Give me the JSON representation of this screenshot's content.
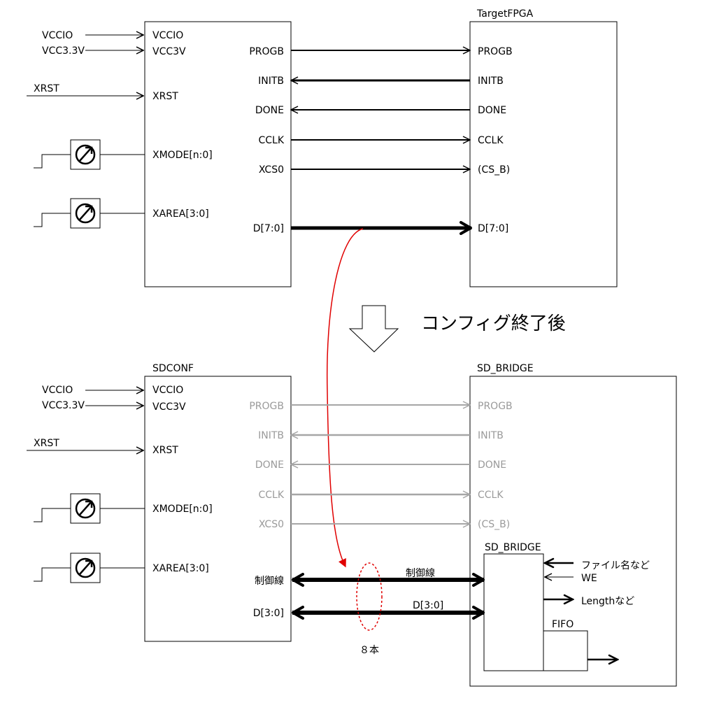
{
  "colors": {
    "line": "#000000",
    "inactive": "#a6a6a6",
    "inactive_text": "#9a9a9a",
    "highlight": "#e00000"
  },
  "top": {
    "left_block": {
      "inputs": [
        "VCCIO",
        "VCC3V",
        "XRST",
        "XMODE[n:0]",
        "XAREA[3:0]"
      ],
      "outputs": [
        "PROGB",
        "INITB",
        "DONE",
        "CCLK",
        "XCS0",
        "D[7:0]"
      ]
    },
    "right_block": {
      "title": "TargetFPGA",
      "pins": [
        "PROGB",
        "INITB",
        "DONE",
        "CCLK",
        "(CS_B)",
        "D[7:0]"
      ]
    },
    "external": {
      "vccio": "VCCIO",
      "vcc33": "VCC3.3V",
      "xrst": "XRST"
    }
  },
  "transition_label": "コンフィグ終了後",
  "bottom": {
    "left_block": {
      "title": "SDCONF",
      "inputs": [
        "VCCIO",
        "VCC3V",
        "XRST",
        "XMODE[n:0]",
        "XAREA[3:0]"
      ],
      "outputs_inactive": [
        "PROGB",
        "INITB",
        "DONE",
        "CCLK",
        "XCS0"
      ],
      "outputs_active": [
        "制御線",
        "D[3:0]"
      ]
    },
    "right_block": {
      "title": "SD_BRIDGE",
      "pins_inactive": [
        "PROGB",
        "INITB",
        "DONE",
        "CCLK",
        "(CS_B)"
      ]
    },
    "external": {
      "vccio": "VCCIO",
      "vcc33": "VCC3.3V",
      "xrst": "XRST"
    },
    "bus_labels": [
      "制御線",
      "D[3:0]"
    ],
    "wire_count": "８本",
    "inner_block": {
      "title": "SD_BRIDGE",
      "inputs": [
        "ファイル名など",
        "WE"
      ],
      "outputs": [
        "Lengthなど"
      ]
    },
    "fifo": {
      "title": "FIFO"
    }
  }
}
